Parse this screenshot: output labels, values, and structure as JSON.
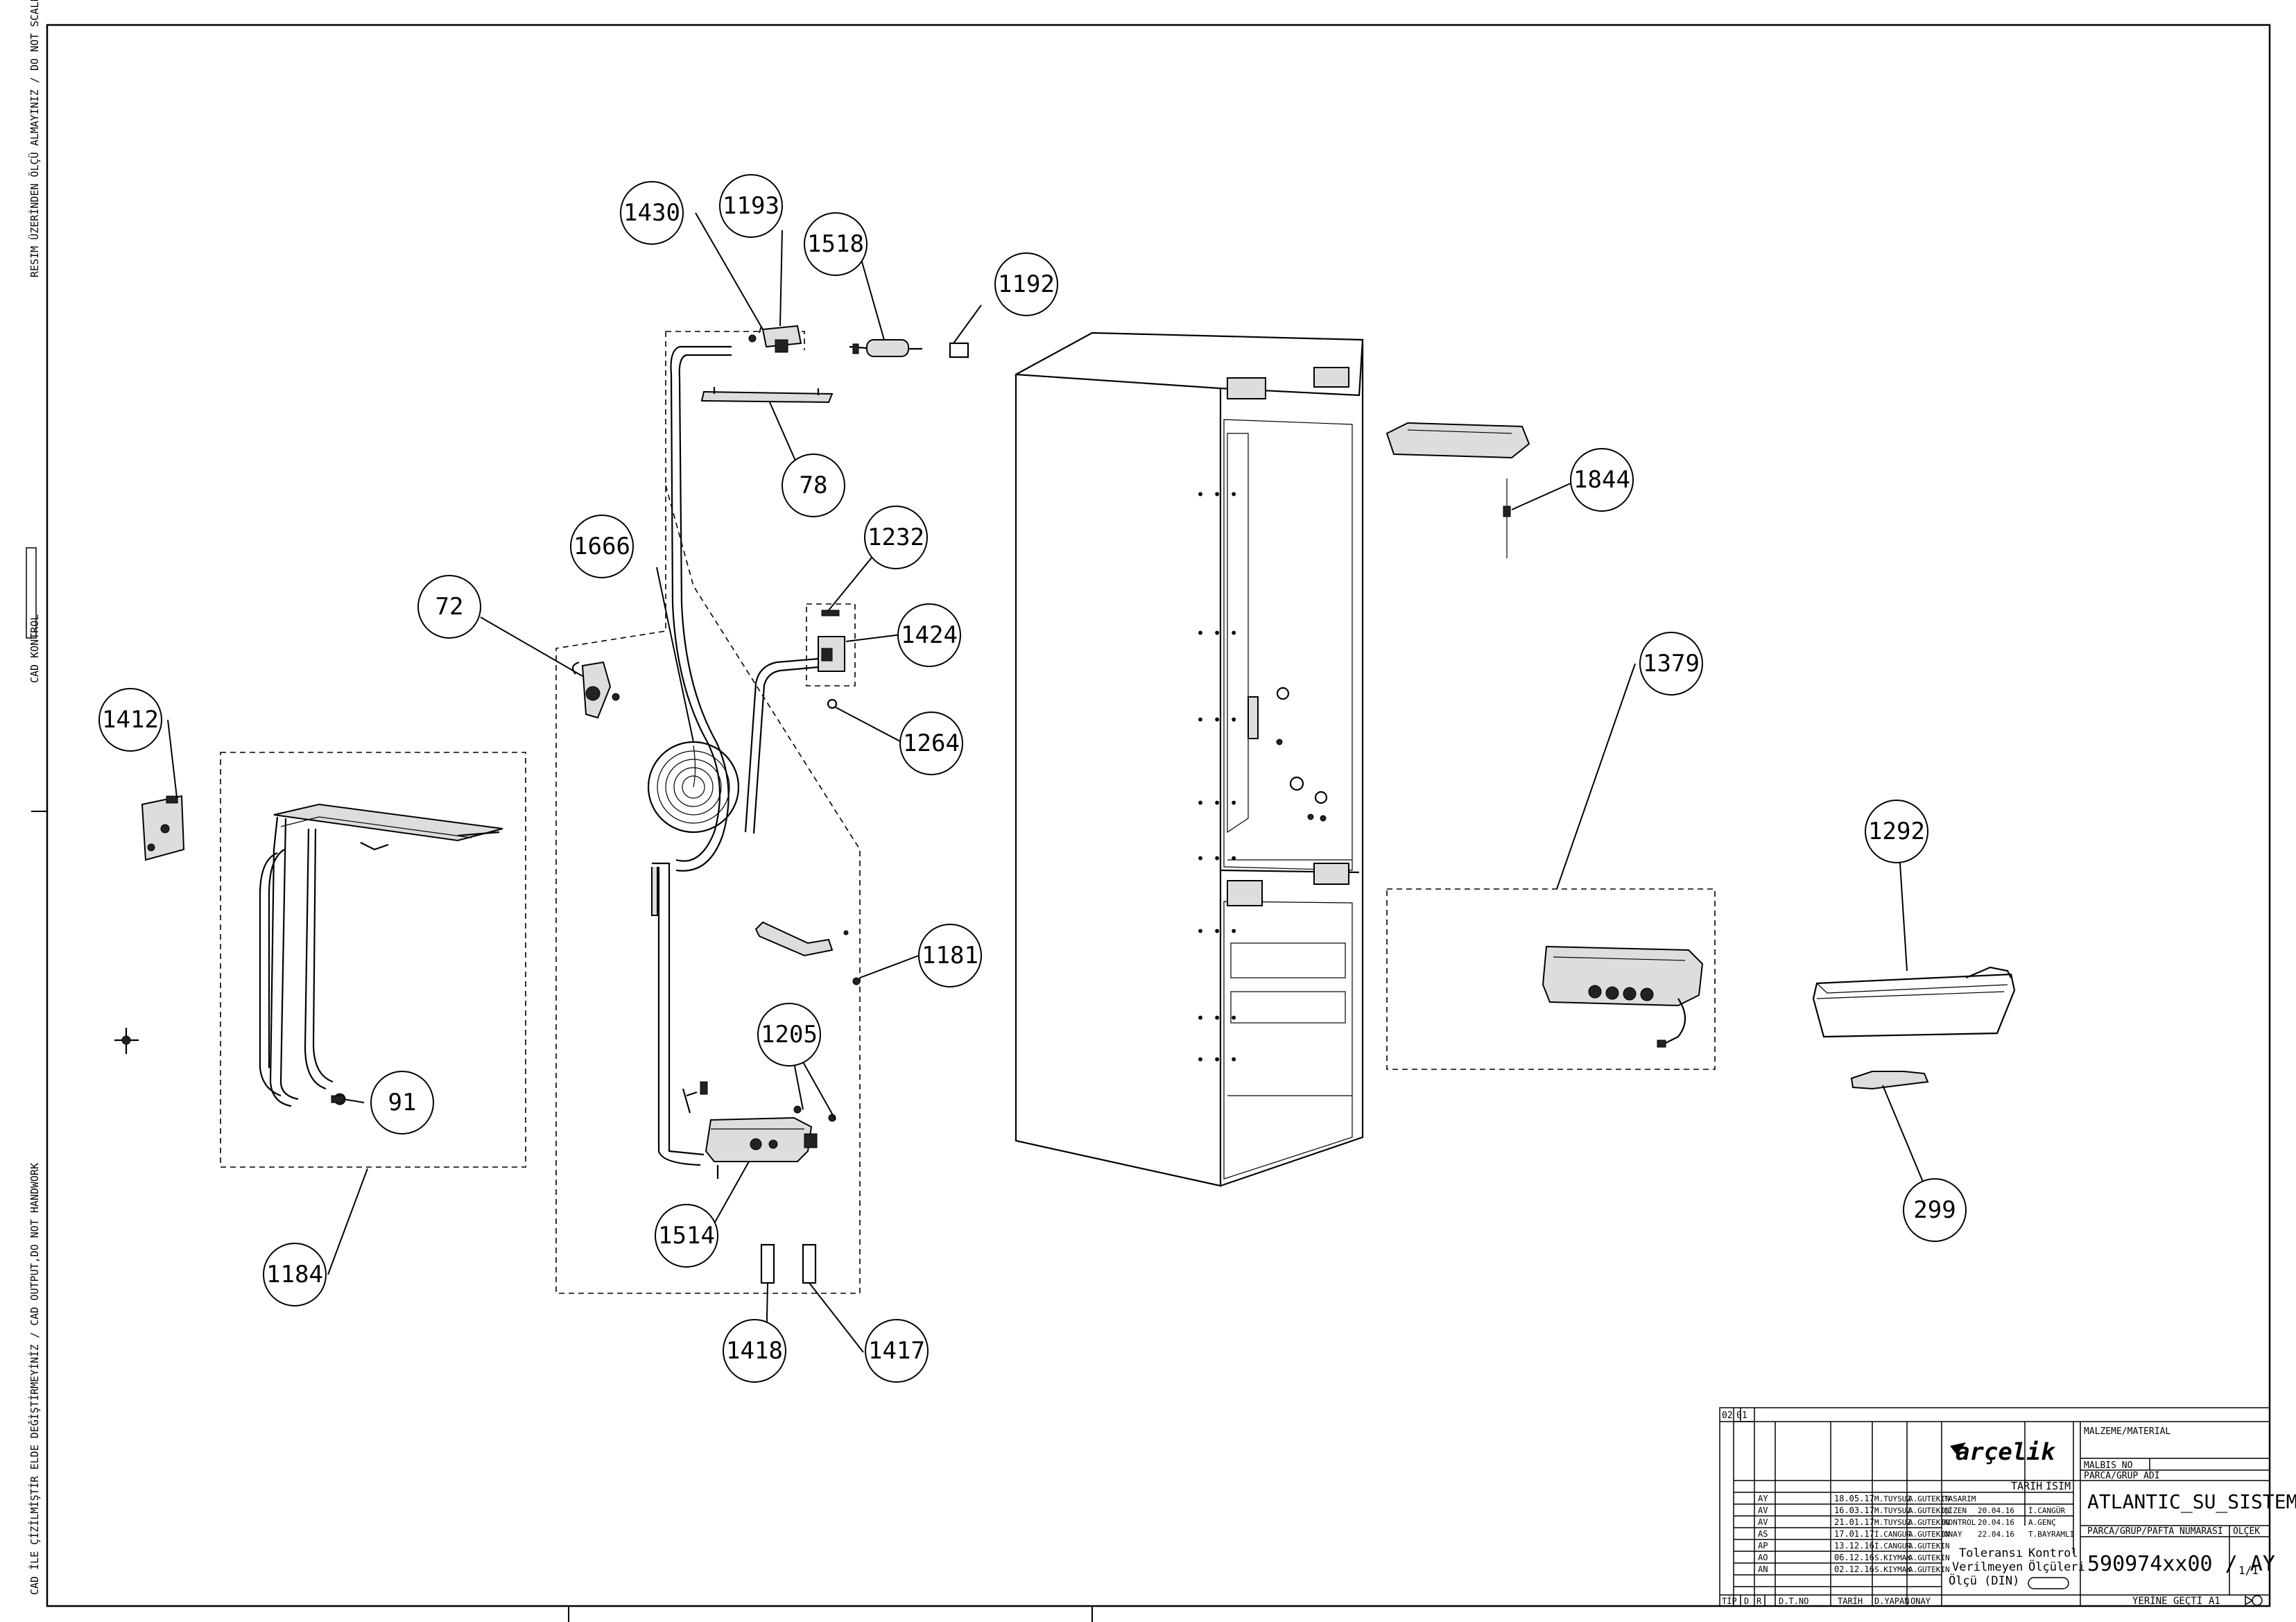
{
  "side_notes": {
    "top": "RESIM ÜZERİNDEN ÖLÇÜ ALMAYINIZ / DO NOT SCALE",
    "middle": "CAD KONTROL",
    "bottom": "CAD İLE ÇİZİLMİŞTİR ELDE DEĞİŞTİRMEYİNİZ / CAD OUTPUT,DO NOT HANDWORK"
  },
  "callouts": [
    {
      "id": "c1430",
      "label": "1430"
    },
    {
      "id": "c1193",
      "label": "1193"
    },
    {
      "id": "c1518",
      "label": "1518"
    },
    {
      "id": "c1192",
      "label": "1192"
    },
    {
      "id": "c78",
      "label": "78"
    },
    {
      "id": "c1666",
      "label": "1666"
    },
    {
      "id": "c72",
      "label": "72"
    },
    {
      "id": "c1232",
      "label": "1232"
    },
    {
      "id": "c1424",
      "label": "1424"
    },
    {
      "id": "c1264",
      "label": "1264"
    },
    {
      "id": "c1412",
      "label": "1412"
    },
    {
      "id": "c1844",
      "label": "1844"
    },
    {
      "id": "c1379",
      "label": "1379"
    },
    {
      "id": "c1181",
      "label": "1181"
    },
    {
      "id": "c1205",
      "label": "1205"
    },
    {
      "id": "c91",
      "label": "91"
    },
    {
      "id": "c1292",
      "label": "1292"
    },
    {
      "id": "c1514",
      "label": "1514"
    },
    {
      "id": "c299",
      "label": "299"
    },
    {
      "id": "c1184",
      "label": "1184"
    },
    {
      "id": "c1418",
      "label": "1418"
    },
    {
      "id": "c1417",
      "label": "1417"
    }
  ],
  "title_block": {
    "corner_codes": [
      "02",
      "01"
    ],
    "brand": "arçelik",
    "material_label": "MALZEME/MATERIAL",
    "malbis_label": "MALBIS NO",
    "part_group_label": "PARCA/GRUP ADI",
    "part_group_name": "ATLANTIC_SU_SISTEM_PK",
    "part_number_label": "PARCA/GRUP/PAFTA NUMARASI",
    "part_number": "590974xx00 / AY",
    "scale_label": "ÖLÇEK",
    "scale_value": "1/1",
    "replaces_label": "YERİNE GEÇTİ",
    "sheet_size": "A1",
    "tolerance_lines": [
      "Toleransı",
      "Verilmeyen",
      "Ölçü (DIN)"
    ],
    "control_lines": [
      "Kontrol",
      "Ölçüleri"
    ],
    "head_cols": [
      "TARİH",
      "İSİM"
    ],
    "roles": [
      {
        "role": "TASARIM",
        "date": "",
        "name": ""
      },
      {
        "role": "ÇİZEN",
        "date": "20.04.16",
        "name": "İ.CANGÜR"
      },
      {
        "role": "KONTROL",
        "date": "20.04.16",
        "name": "A.GENÇ"
      },
      {
        "role": "ONAY",
        "date": "22.04.16",
        "name": "T.BAYRAMLI"
      }
    ],
    "revisions": [
      {
        "rev": "AY",
        "date": "18.05.17",
        "by": "M.TUYSUZ",
        "app": "A.GUTEKIN"
      },
      {
        "rev": "AV",
        "date": "16.03.17",
        "by": "M.TUYSUZ",
        "app": "A.GUTEKIN"
      },
      {
        "rev": "AV",
        "date": "21.01.17",
        "by": "M.TUYSUZ",
        "app": "A.GUTEKIN"
      },
      {
        "rev": "AS",
        "date": "17.01.17",
        "by": "İ.CANGUR",
        "app": "A.GUTEKIN"
      },
      {
        "rev": "AP",
        "date": "13.12.16",
        "by": "İ.CANGUR",
        "app": "A.GUTEKIN"
      },
      {
        "rev": "AO",
        "date": "06.12.16",
        "by": "S.KIYMAK",
        "app": "A.GUTEKIN"
      },
      {
        "rev": "AN",
        "date": "02.12.16",
        "by": "S.KIYMAK",
        "app": "A.GUTEKIN"
      }
    ],
    "footer_cols": [
      "TİP",
      "D",
      "R",
      "D.T.NO",
      "TARİH",
      "D.YAPAN",
      "ONAY"
    ]
  }
}
